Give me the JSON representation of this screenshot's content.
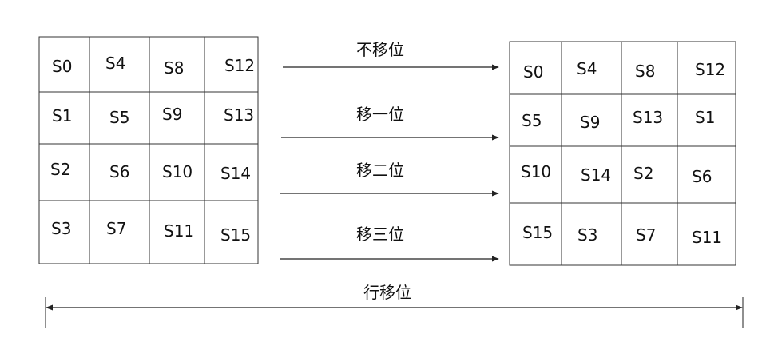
{
  "left_matrix": {
    "cells": [
      [
        "S0",
        "S4",
        "S8",
        "S12"
      ],
      [
        "S1",
        "S5",
        "S9",
        "S13"
      ],
      [
        "S2",
        "S6",
        "S10",
        "S14"
      ],
      [
        "S3",
        "S7",
        "S11",
        "S15"
      ]
    ]
  },
  "right_matrix": {
    "cells": [
      [
        "S0",
        "S4",
        "S8",
        "S12"
      ],
      [
        "S5",
        "S9",
        "S13",
        "S1"
      ],
      [
        "S10",
        "S14",
        "S2",
        "S6"
      ],
      [
        "S15",
        "S3",
        "S7",
        "S11"
      ]
    ]
  },
  "arrows": [
    {
      "label": "不移位"
    },
    {
      "label": "移一位"
    },
    {
      "label": "移二位"
    },
    {
      "label": "移三位"
    }
  ],
  "bottom": {
    "label": "行移位"
  },
  "colors": {
    "line": "#333333",
    "text": "#111111"
  }
}
